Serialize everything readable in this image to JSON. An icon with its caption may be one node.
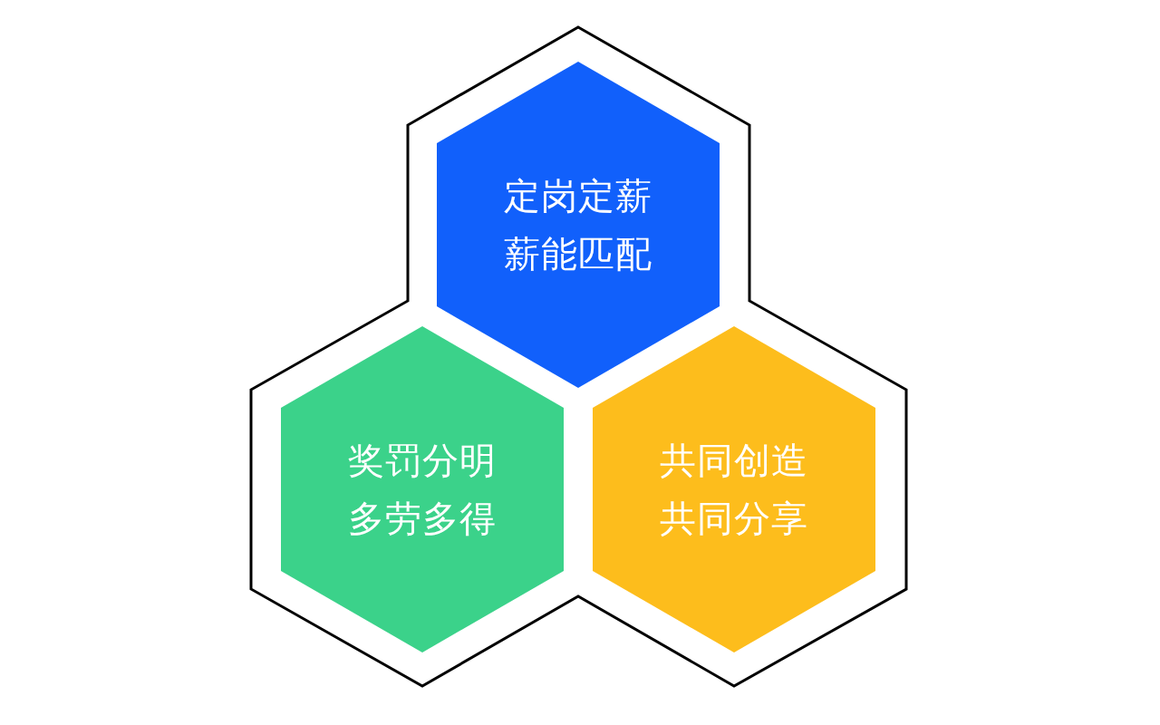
{
  "diagram": {
    "nodes": [
      {
        "text": [
          "定岗定薪",
          "薪能匹配"
        ]
      },
      {
        "text": [
          "奖罚分明",
          "多劳多得"
        ]
      },
      {
        "text": [
          "共同创造",
          "共同分享"
        ]
      }
    ]
  }
}
